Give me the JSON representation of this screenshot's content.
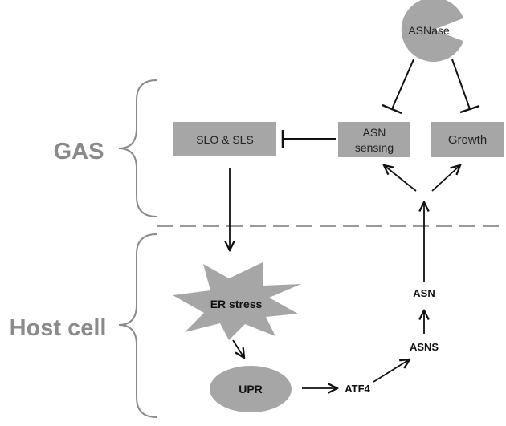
{
  "regions": {
    "gas_label": "GAS",
    "host_cell_label": "Host cell"
  },
  "nodes": {
    "asnase": "ASNase",
    "slo_sls": "SLO & SLS",
    "asn_sensing_line1": "ASN",
    "asn_sensing_line2": "sensing",
    "growth": "Growth",
    "er_stress": "ER stress",
    "upr": "UPR",
    "atf4": "ATF4",
    "asns": "ASNS",
    "asn": "ASN"
  },
  "colors": {
    "box_fill": "#a6a6a6",
    "region_label": "#8a8a8a",
    "divider": "#999999",
    "arrow": "#111111"
  }
}
